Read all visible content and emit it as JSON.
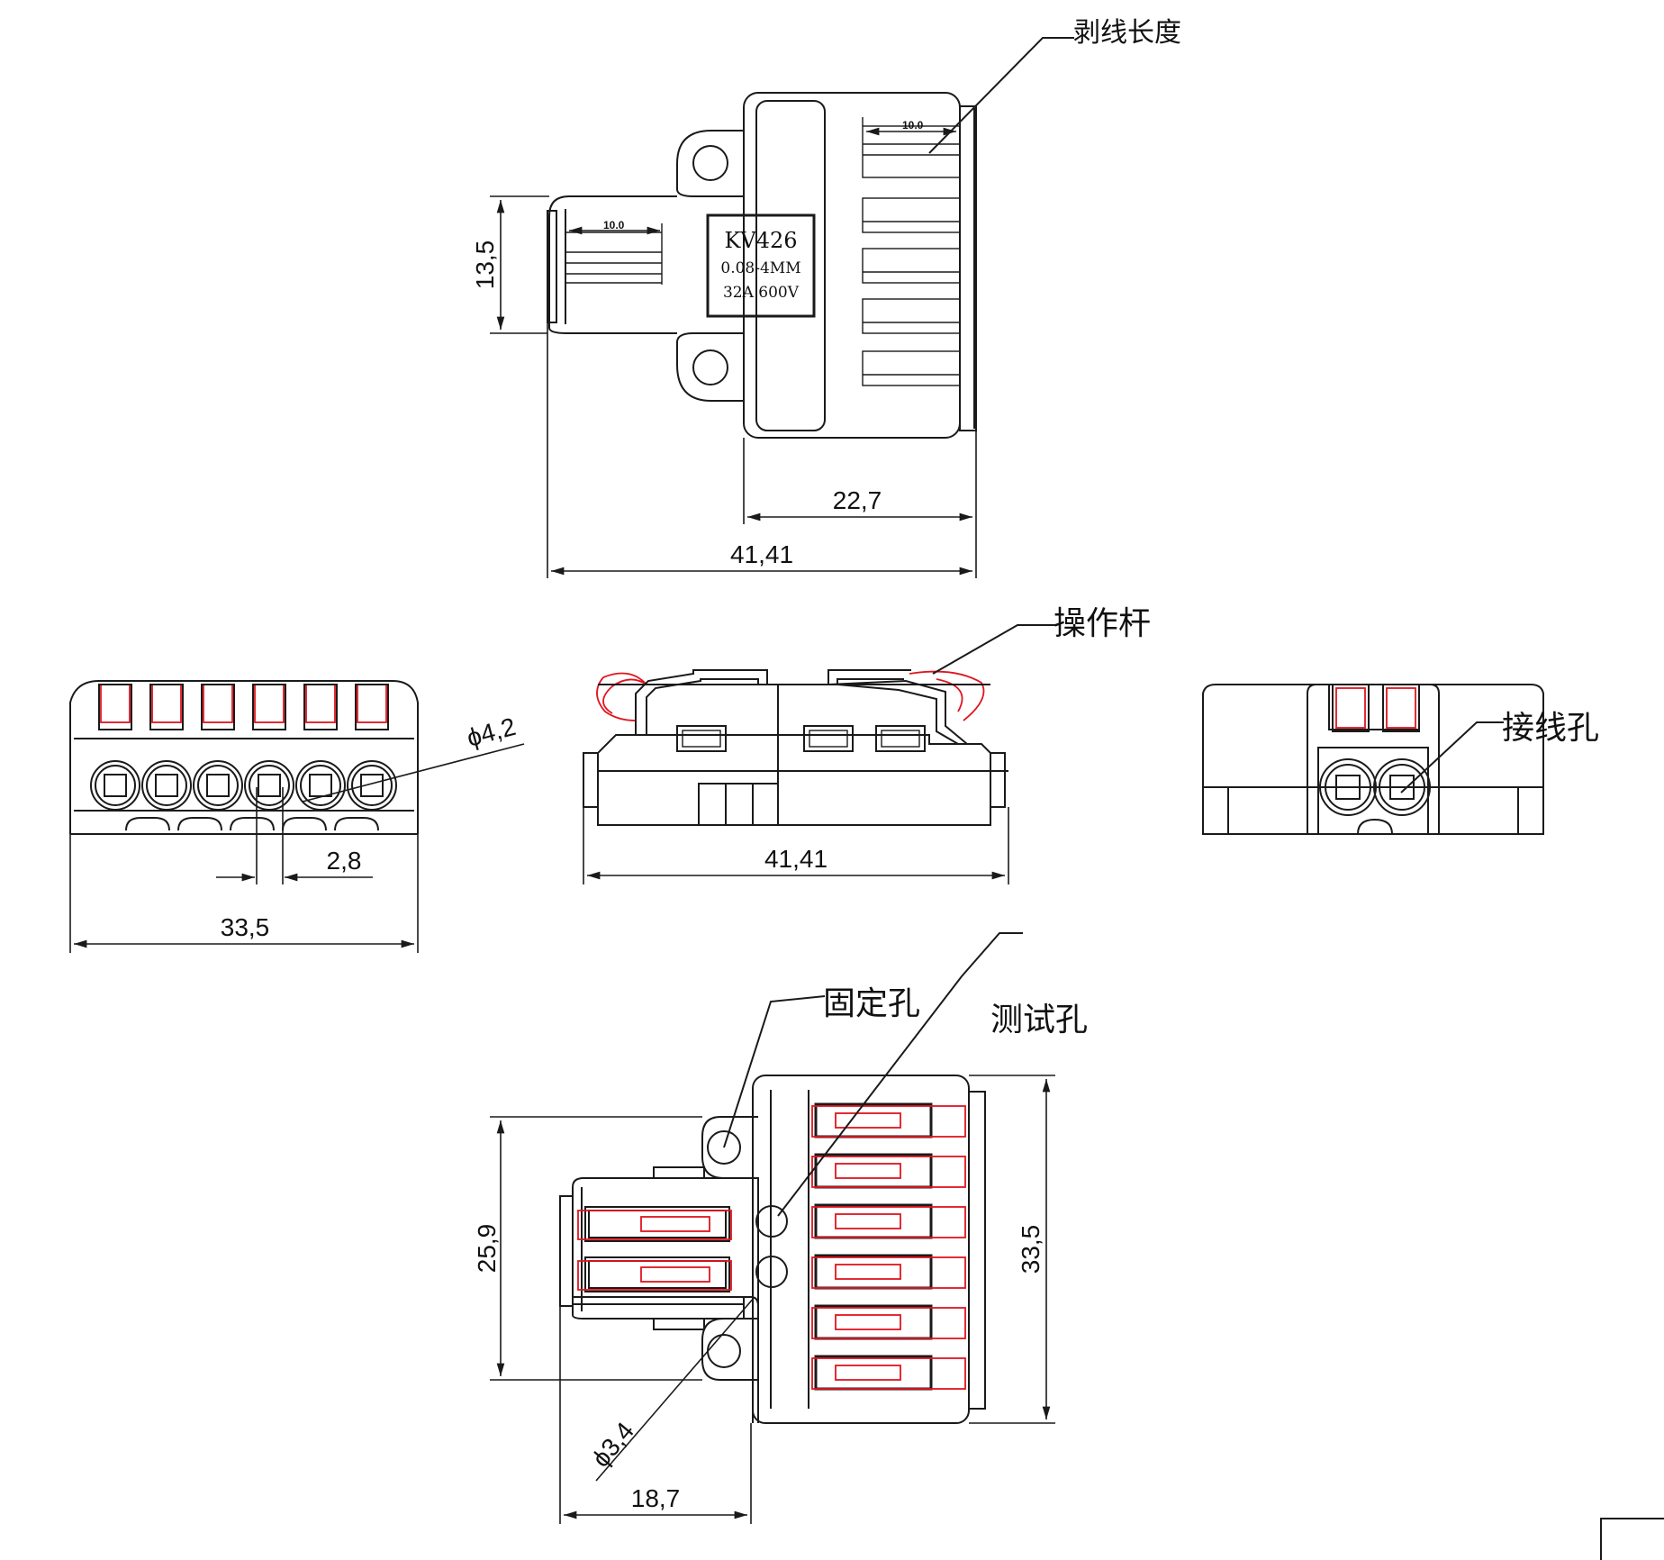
{
  "labels": {
    "strip_length": "剥线长度",
    "operating_lever": "操作杆",
    "wiring_hole": "接线孔",
    "fixing_hole": "固定孔",
    "test_hole": "测试孔"
  },
  "product_label": {
    "model": "KV426",
    "wire_range": "0.08-4MM",
    "rating": "32A 600V"
  },
  "strip_marks": {
    "left": "10.0",
    "right": "10.0"
  },
  "dimensions": {
    "top_height": "13,5",
    "top_inner_width": "22,7",
    "top_total_width": "41,41",
    "front_hole_dia": "ϕ4,2",
    "front_pitch": "2,8",
    "front_width": "33,5",
    "side_width": "41,41",
    "bottom_height_left": "25,9",
    "bottom_height_right": "33,5",
    "bottom_hole_dia": "ϕ3,4",
    "bottom_width": "18,7"
  },
  "colors": {
    "line": "#1a1a1a",
    "highlight": "#e0141e",
    "background": "#ffffff"
  }
}
